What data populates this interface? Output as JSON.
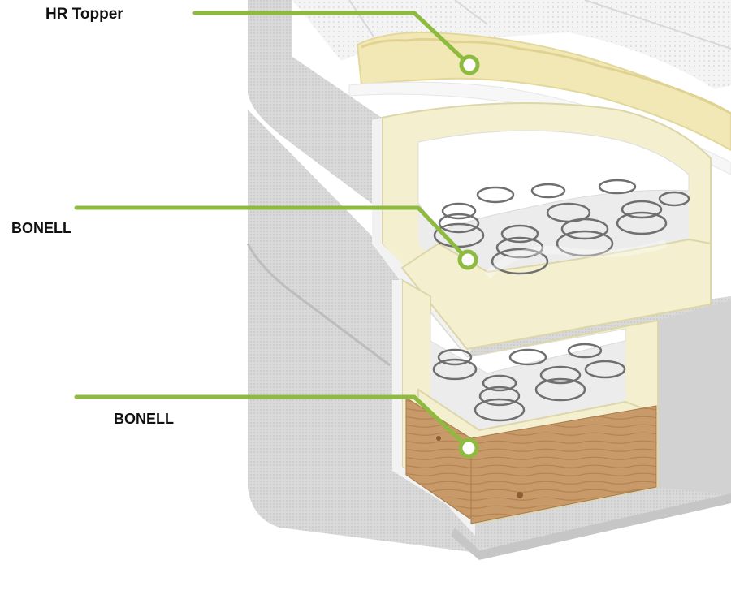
{
  "labels": {
    "hr_topper": "HR Topper",
    "bonell_top": "BONELL",
    "bonell_bottom": "BONELL"
  },
  "colors": {
    "background": "#ffffff",
    "leader_line": "#8dba3f",
    "label_text": "#111111",
    "fabric": "#d9d9d9",
    "fabric_shadow": "#bfbfbf",
    "foam_topper": "#f1e8b5",
    "foam_frame": "#f3efcf",
    "spring_pocket": "#ececec",
    "spring_wire": "#6f6f6f",
    "wood": "#c89a6a"
  },
  "icons": [
    "callout-dot-icon"
  ]
}
